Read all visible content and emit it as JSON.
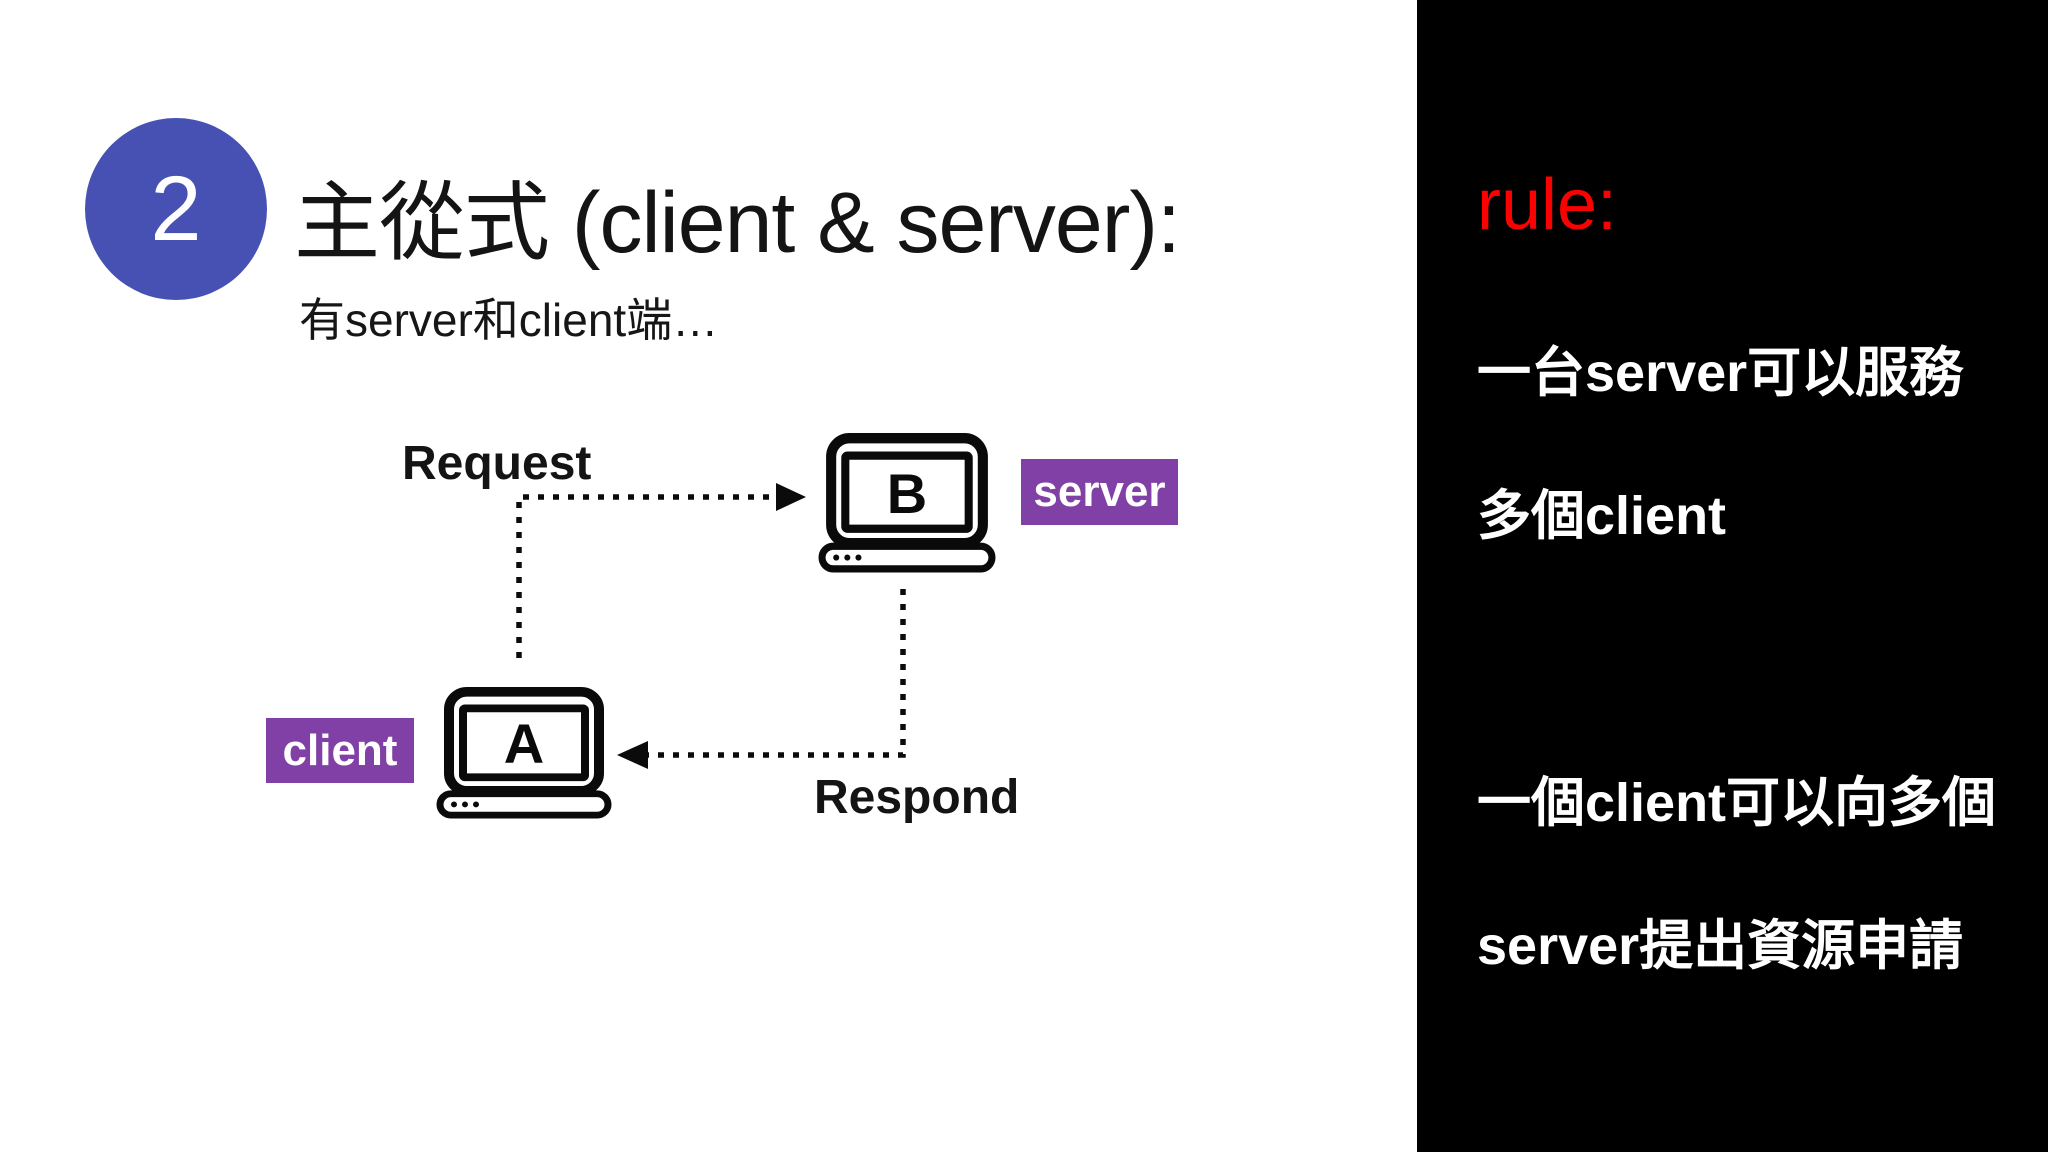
{
  "slide": {
    "number": "2",
    "title": "主從式 (client & server):",
    "subtitle": "有server和client端…"
  },
  "diagram": {
    "request_label": "Request",
    "respond_label": "Respond",
    "client_tag": "client",
    "server_tag": "server",
    "laptop_a_letter": "A",
    "laptop_b_letter": "B",
    "icons": [
      "laptop-icon",
      "laptop-icon",
      "dotted-arrow-right",
      "dotted-arrow-left"
    ]
  },
  "rules_panel": {
    "heading": "rule:",
    "lines": [
      "一台server可以服務",
      "多個client",
      "一個client可以向多個",
      "server提出資源申請"
    ]
  },
  "colors": {
    "accent_blue": "#4651B3",
    "accent_purple": "#8140A5",
    "rule_red": "#FB0202",
    "panel_black": "#000000",
    "ink": "#111111",
    "background": "#FFFFFF"
  }
}
